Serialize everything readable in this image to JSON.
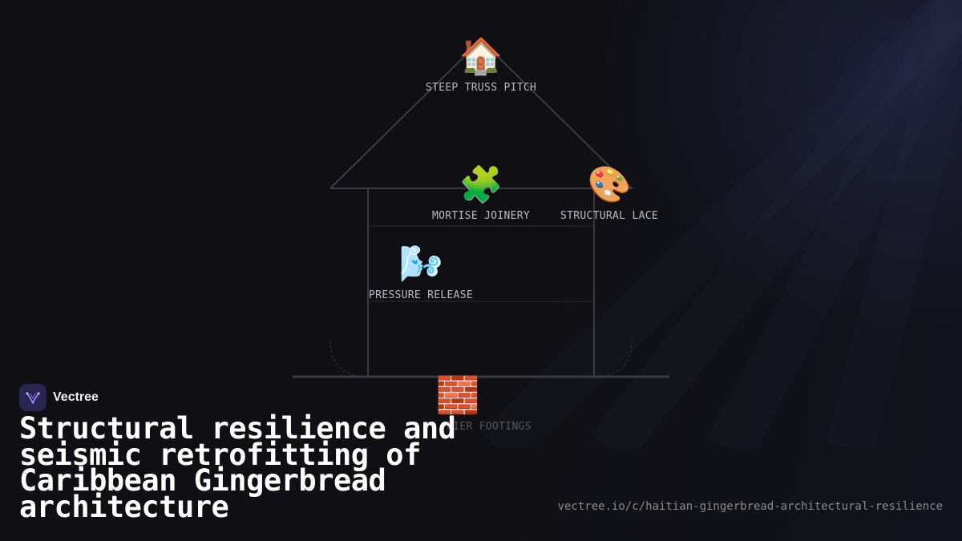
{
  "diagram": {
    "nodes": [
      {
        "id": "roof",
        "emoji": "🏠",
        "label": "STEEP TRUSS PITCH"
      },
      {
        "id": "joinery",
        "emoji": "🧩",
        "label": "MORTISE JOINERY"
      },
      {
        "id": "lace",
        "emoji": "🎨",
        "label": "STRUCTURAL LACE"
      },
      {
        "id": "pressure",
        "emoji": "🌬️",
        "label": "PRESSURE RELEASE"
      },
      {
        "id": "footings",
        "emoji": "🧱",
        "label": "PIER FOOTINGS"
      }
    ]
  },
  "brand": {
    "name": "Vectree",
    "logo_icon": "vectree-logo-icon"
  },
  "title": "Structural resilience and seismic retrofitting of Caribbean Gingerbread architecture",
  "footer": {
    "url": "vectree.io/c/haitian-gingerbread-architectural-resilience"
  },
  "colors": {
    "background": "#101014",
    "line": "#3a3a40",
    "label": "#b9b9c0",
    "brand_accent": "#8b5cf6"
  }
}
